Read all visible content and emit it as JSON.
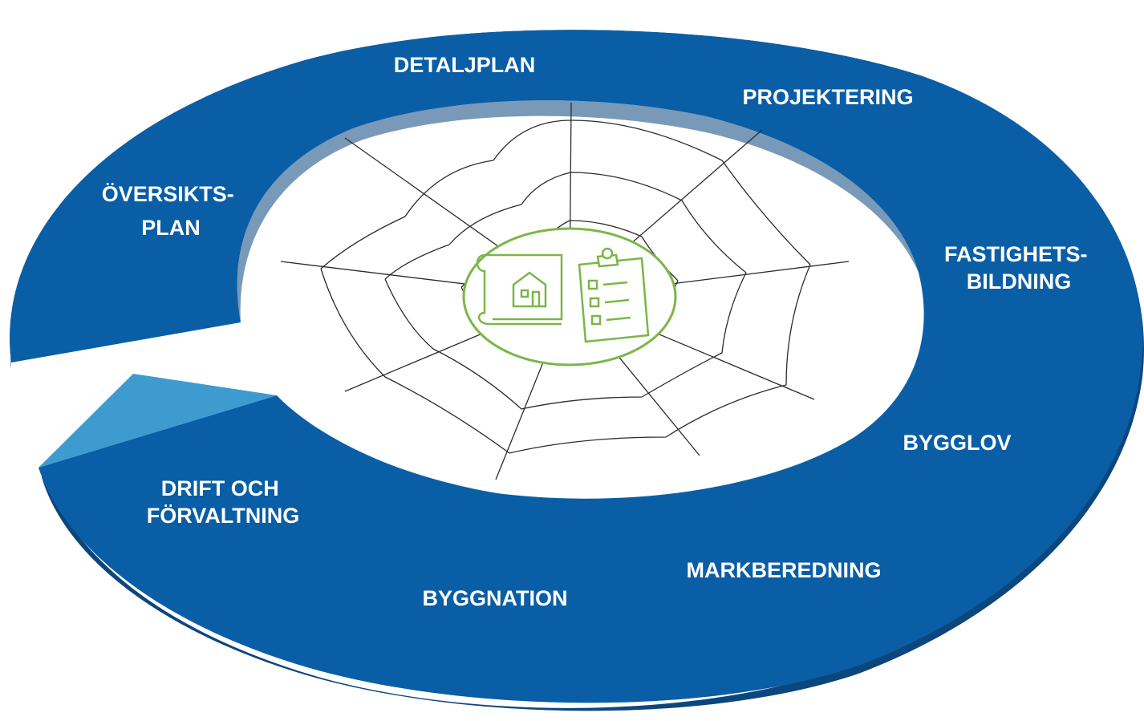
{
  "stages": {
    "detaljplan": "DETALJPLAN",
    "projektering": "PROJEKTERING",
    "fastighetsbildning": [
      "FASTIGHETS-",
      "BILDNING"
    ],
    "bygglov": "BYGGLOV",
    "markberedning": "MARKBEREDNING",
    "byggnation": "BYGGNATION",
    "drift_och_forvaltning": [
      "DRIFT OCH",
      "FÖRVALTNING"
    ],
    "oversiktsplan": [
      "ÖVERSIKTS-",
      "PLAN"
    ]
  },
  "center": {
    "icons": [
      "spider-web-icon",
      "house-blueprint-icon",
      "clipboard-checklist-icon"
    ]
  },
  "colors": {
    "ring": "#0a5ea6",
    "ring_shadow": "#0b467d",
    "ring_start_tip": "#3d9bcf",
    "label_text": "#ffffff",
    "center_accent": "#7ab648",
    "web_lines": "#2b2b2b"
  }
}
